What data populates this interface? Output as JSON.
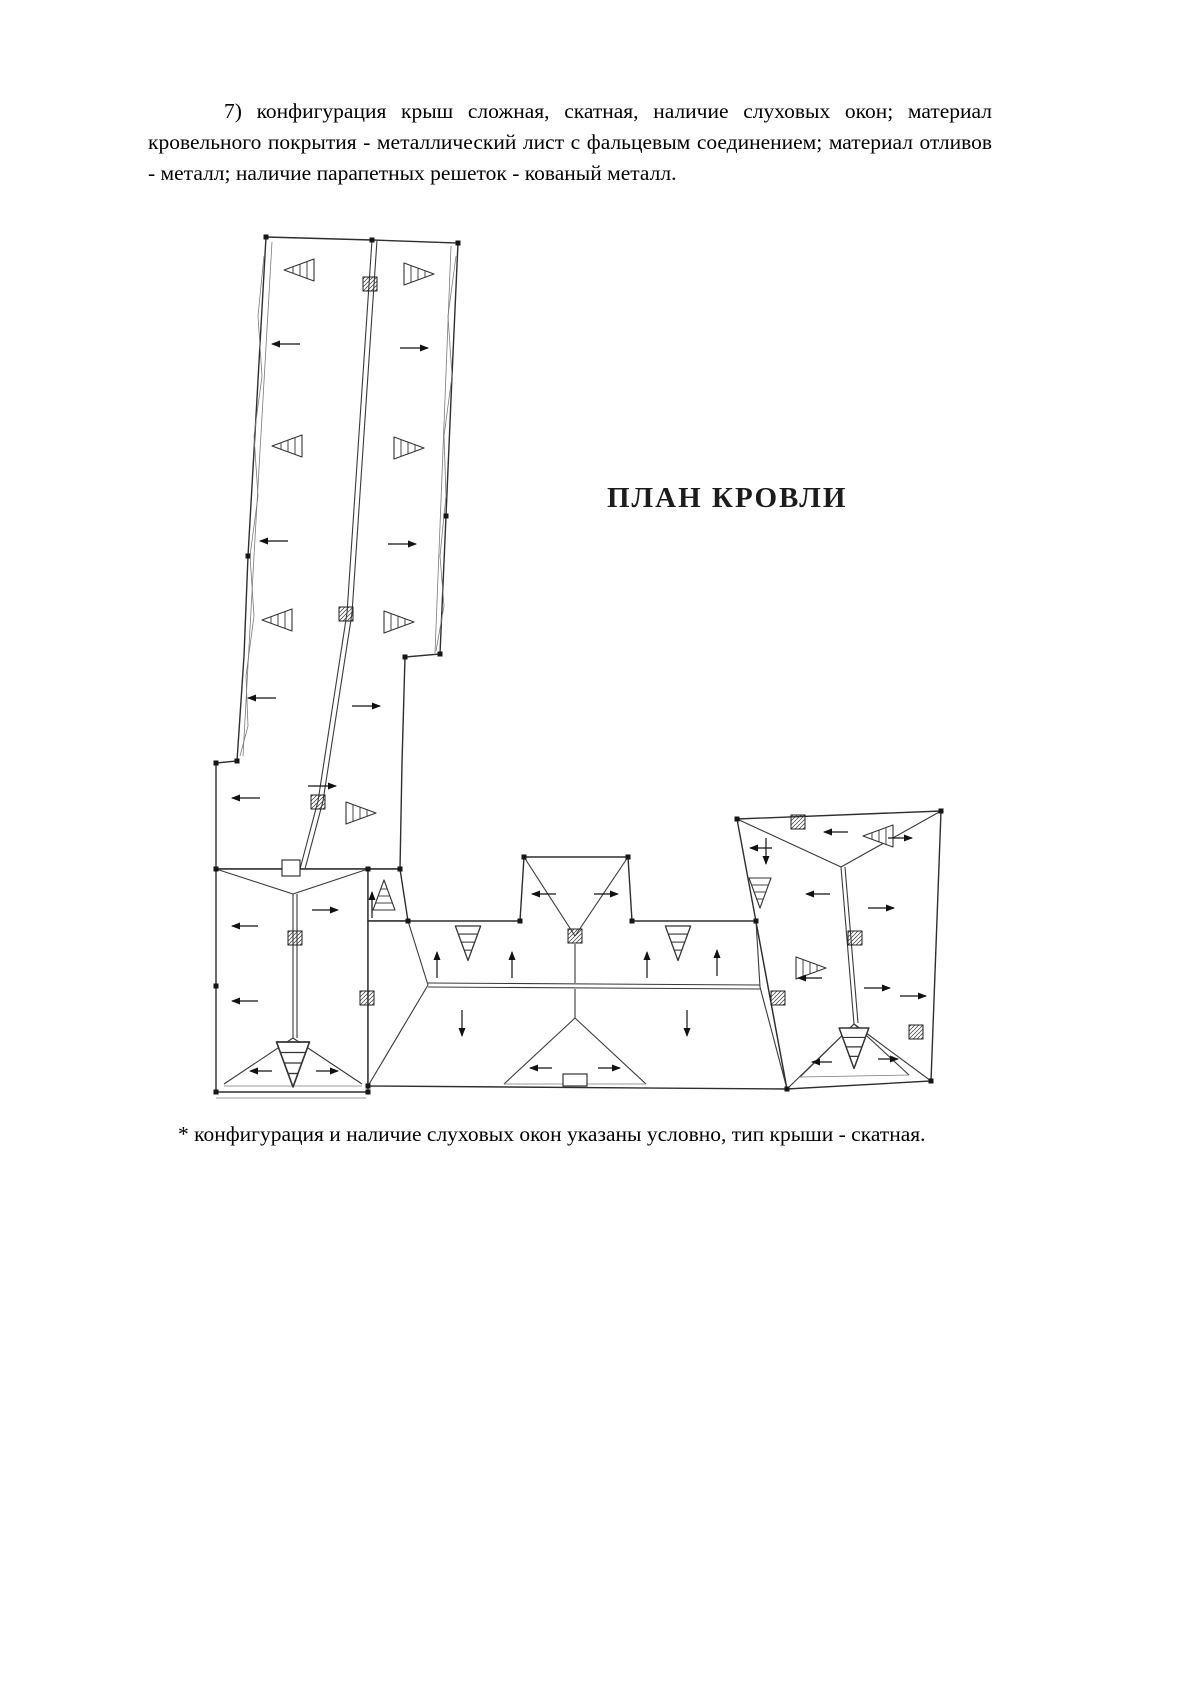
{
  "page": {
    "background": "#ffffff",
    "ink": "#111111"
  },
  "paragraph": {
    "text": "7) конфигурация крыш сложная, скатная, наличие слуховых окон; материал кровельного покрытия - металлический лист с фальцевым соединением; материал отливов - металл; наличие парапетных решеток - кованый металл."
  },
  "drawing": {
    "title": "ПЛАН КРОВЛИ",
    "type": "roof-plan",
    "line_color": "#2e2e2e",
    "features": "скатная кровля, коньки, вальмы, слуховые окна, стрелки уклонов, вентшахты"
  },
  "footnote": {
    "text": "* конфигурация и наличие слуховых окон указаны условно, тип крыши - скатная."
  }
}
